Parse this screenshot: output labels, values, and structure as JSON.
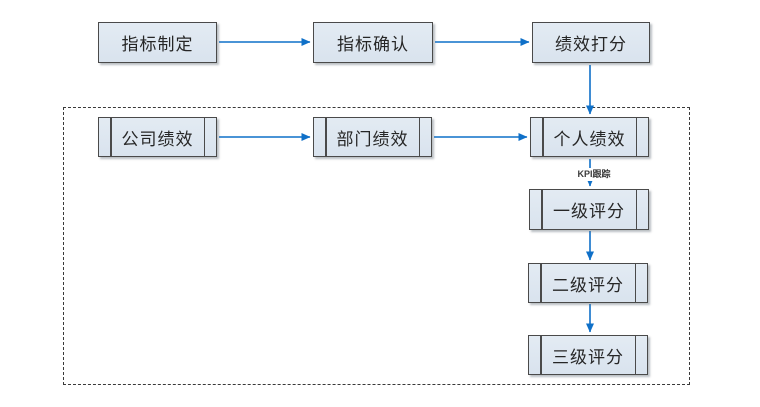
{
  "diagram": {
    "top_row": [
      {
        "label": "指标制定"
      },
      {
        "label": "指标确认"
      },
      {
        "label": "绩效打分"
      }
    ],
    "inner_row": [
      {
        "label": "公司绩效"
      },
      {
        "label": "部门绩效"
      },
      {
        "label": "个人绩效"
      }
    ],
    "rating_column": [
      {
        "label": "一级评分"
      },
      {
        "label": "二级评分"
      },
      {
        "label": "三级评分"
      }
    ],
    "arrow_label": "KPI跟踪",
    "colors": {
      "box_fill": "#dce6f0",
      "box_border": "#4a4a4a",
      "arrow": "#0f70c8",
      "dashed_border": "#3a3a3a",
      "text": "#262626"
    }
  }
}
